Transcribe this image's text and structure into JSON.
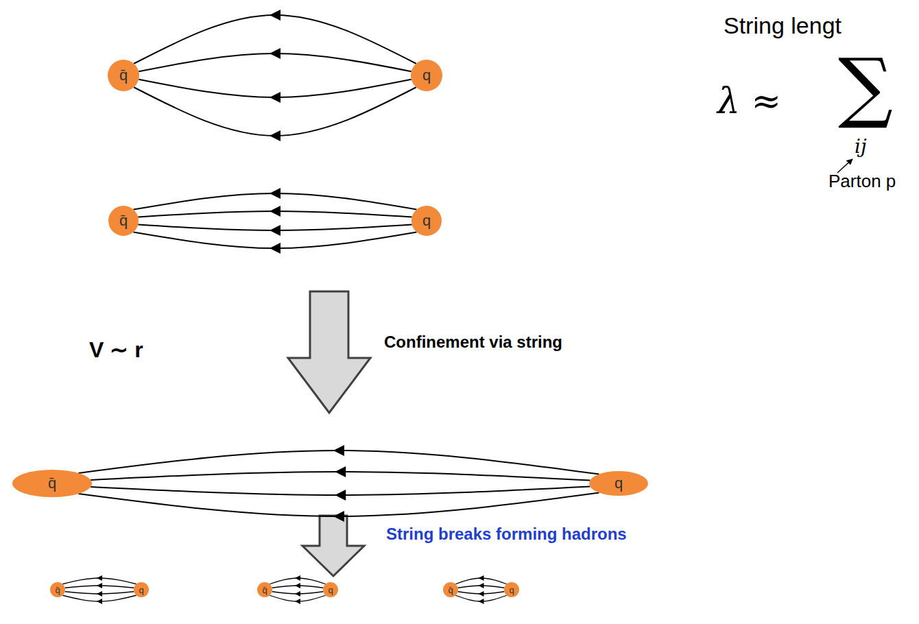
{
  "diagram": {
    "nodes": [
      {
        "text": [
          "q̄"
        ]
      },
      {
        "text": [
          "q"
        ]
      },
      {
        "text": [
          "q̄"
        ]
      },
      {
        "text": [
          "q"
        ]
      },
      {
        "text": [
          "q̄"
        ]
      },
      {
        "text": [
          "q"
        ]
      },
      {
        "text": [
          "q̄"
        ]
      },
      {
        "text": [
          "q"
        ]
      },
      {
        "text": [
          "q̄"
        ]
      },
      {
        "text": [
          "q"
        ]
      },
      {
        "text": [
          "q̄"
        ]
      },
      {
        "text": [
          "q"
        ]
      }
    ],
    "edges": [
      {
        "from": 1,
        "to": 0,
        "arrow": "to"
      },
      {
        "from": 1,
        "to": 0,
        "arrow": "to"
      },
      {
        "from": 1,
        "to": 0,
        "arrow": "to"
      },
      {
        "from": 1,
        "to": 0,
        "arrow": "to"
      },
      {
        "from": 3,
        "to": 2,
        "arrow": "to"
      },
      {
        "from": 3,
        "to": 2,
        "arrow": "to"
      },
      {
        "from": 3,
        "to": 2,
        "arrow": "to"
      },
      {
        "from": 3,
        "to": 2,
        "arrow": "to"
      },
      {
        "from": 5,
        "to": 4,
        "arrow": "to"
      },
      {
        "from": 5,
        "to": 4,
        "arrow": "to"
      },
      {
        "from": 5,
        "to": 4,
        "arrow": "to"
      },
      {
        "from": 5,
        "to": 4,
        "arrow": "to"
      },
      {
        "from": 7,
        "to": 6,
        "arrow": "to"
      },
      {
        "from": 7,
        "to": 6,
        "arrow": "to"
      },
      {
        "from": 7,
        "to": 6,
        "arrow": "to"
      },
      {
        "from": 7,
        "to": 6,
        "arrow": "to"
      },
      {
        "from": 9,
        "to": 8,
        "arrow": "to"
      },
      {
        "from": 9,
        "to": 8,
        "arrow": "to"
      },
      {
        "from": 9,
        "to": 8,
        "arrow": "to"
      },
      {
        "from": 9,
        "to": 8,
        "arrow": "to"
      },
      {
        "from": 11,
        "to": 10,
        "arrow": "to"
      },
      {
        "from": 11,
        "to": 10,
        "arrow": "to"
      },
      {
        "from": 11,
        "to": 10,
        "arrow": "to"
      },
      {
        "from": 11,
        "to": 10,
        "arrow": "to"
      }
    ],
    "labels": [
      "V ∼ r",
      "Confinement via string",
      "String breaks forming hadrons",
      "String lengt",
      "λ ≈",
      "∑",
      "ij",
      "Parton p"
    ]
  }
}
